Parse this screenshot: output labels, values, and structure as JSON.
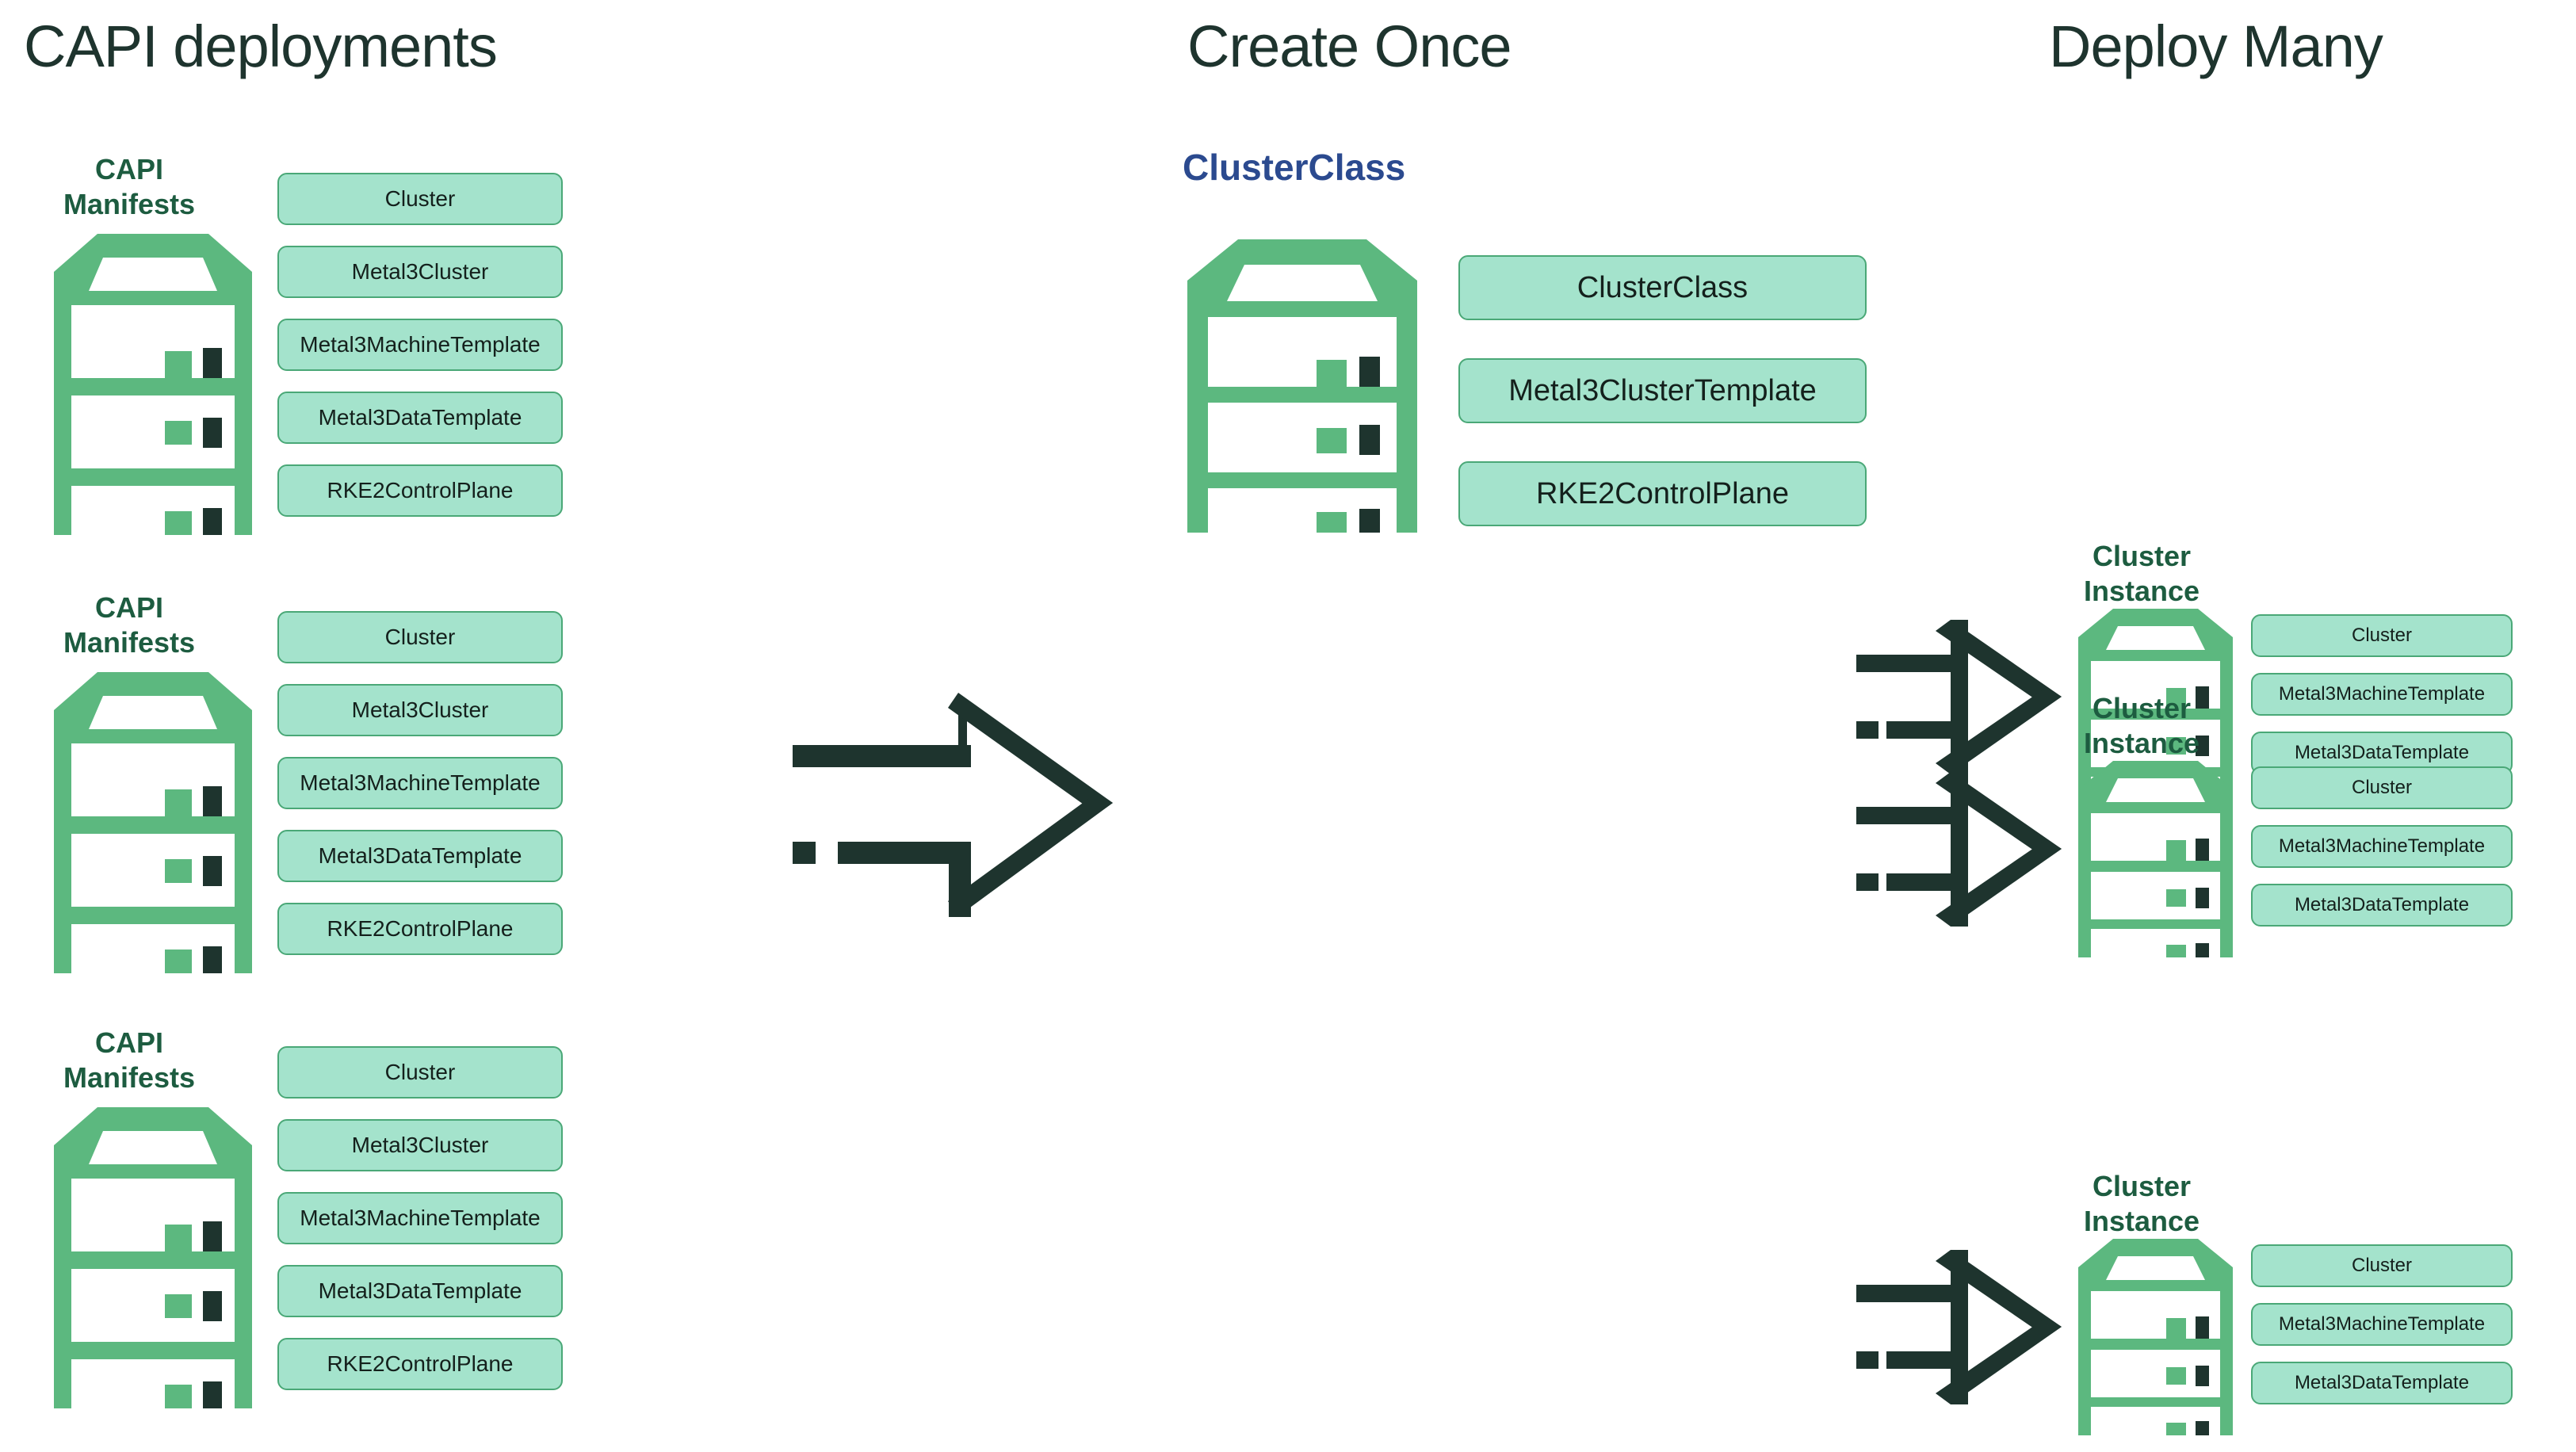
{
  "palette": {
    "background": "#ffffff",
    "dark_green": "#1e342e",
    "rack_green": "#5cb87f",
    "box_fill": "#a4e3cc",
    "box_border": "#4aa877",
    "label_green": "#1d5c40",
    "label_blue": "#2b4a8f"
  },
  "headings": {
    "left": "CAPI deployments",
    "center": "Create Once",
    "right": "Deploy Many"
  },
  "center": {
    "subtitle": "ClusterClass",
    "boxes": [
      "ClusterClass",
      "Metal3ClusterTemplate",
      "RKE2ControlPlane"
    ]
  },
  "left_groups": [
    {
      "label": "CAPI\nManifests",
      "boxes": [
        "Cluster",
        "Metal3Cluster",
        "Metal3MachineTemplate",
        "Metal3DataTemplate",
        "RKE2ControlPlane"
      ]
    },
    {
      "label": "CAPI\nManifests",
      "boxes": [
        "Cluster",
        "Metal3Cluster",
        "Metal3MachineTemplate",
        "Metal3DataTemplate",
        "RKE2ControlPlane"
      ]
    },
    {
      "label": "CAPI\nManifests",
      "boxes": [
        "Cluster",
        "Metal3Cluster",
        "Metal3MachineTemplate",
        "Metal3DataTemplate",
        "RKE2ControlPlane"
      ]
    }
  ],
  "right_groups": [
    {
      "label": "Cluster\nInstance",
      "boxes": [
        "Cluster",
        "Metal3MachineTemplate",
        "Metal3DataTemplate"
      ]
    },
    {
      "label": "Cluster\nInstance",
      "boxes": [
        "Cluster",
        "Metal3MachineTemplate",
        "Metal3DataTemplate"
      ]
    },
    {
      "label": "Cluster\nInstance",
      "boxes": [
        "Cluster",
        "Metal3MachineTemplate",
        "Metal3DataTemplate"
      ]
    }
  ],
  "icons": {
    "rack": "server-rack-icon",
    "arrow": "dashed-block-arrow-right-icon"
  }
}
